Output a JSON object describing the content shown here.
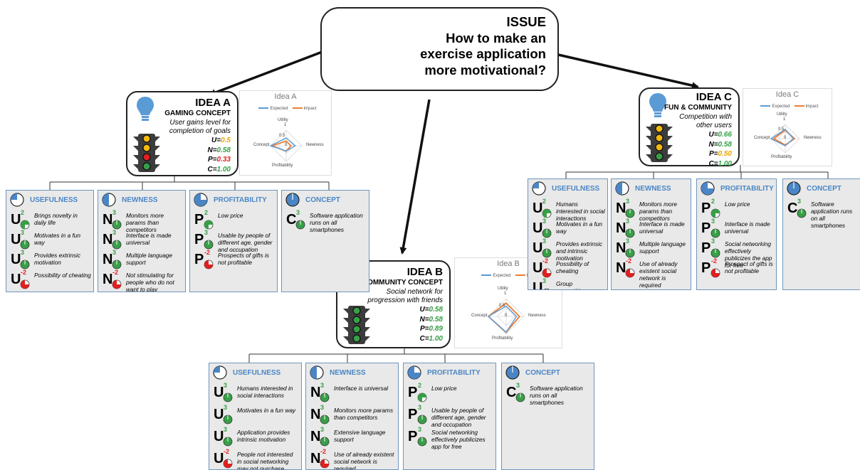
{
  "issue": {
    "label": "ISSUE",
    "lines": [
      "How to make an",
      "exercise application",
      "more motivational?"
    ]
  },
  "ideas": {
    "a": {
      "title": "IDEA A",
      "subtitle": "GAMING CONCEPT",
      "desc": [
        "User gains level for",
        "completion of goals"
      ],
      "scores": [
        {
          "k": "U=",
          "v": "0.5",
          "c": "#e6a700"
        },
        {
          "k": "N=",
          "v": "0.58",
          "c": "#37a046"
        },
        {
          "k": "P=",
          "v": "0.33",
          "c": "#e02020"
        },
        {
          "k": "C=",
          "v": "1.00",
          "c": "#37a046"
        }
      ],
      "lights": [
        "#f2b90f",
        "#f2b90f",
        "#e02020",
        "#37a046"
      ]
    },
    "b": {
      "title": "IDEA B",
      "subtitle": "COMMUNITY CONCEPT",
      "desc": [
        "Social network for",
        "progression with friends"
      ],
      "scores": [
        {
          "k": "U=",
          "v": "0.58",
          "c": "#37a046"
        },
        {
          "k": "N=",
          "v": "0.58",
          "c": "#37a046"
        },
        {
          "k": "P=",
          "v": "0.89",
          "c": "#37a046"
        },
        {
          "k": "C=",
          "v": "1.00",
          "c": "#37a046"
        }
      ],
      "lights": [
        "#37a046",
        "#37a046",
        "#37a046",
        "#37a046"
      ]
    },
    "c": {
      "title": "IDEA C",
      "subtitle": "FUN & COMMUNITY",
      "desc": [
        "Competition with",
        "other users"
      ],
      "scores": [
        {
          "k": "U=",
          "v": "0.66",
          "c": "#37a046"
        },
        {
          "k": "N=",
          "v": "0.58",
          "c": "#37a046"
        },
        {
          "k": "P=",
          "v": "0.50",
          "c": "#e6a700"
        },
        {
          "k": "C=",
          "v": "1.00",
          "c": "#37a046"
        }
      ],
      "lights": [
        "#f2b90f",
        "#f2b90f",
        "#f2b90f",
        "#37a046"
      ]
    }
  },
  "charts": {
    "a": {
      "title": "Idea A",
      "legend": [
        "Expected",
        "Impact"
      ],
      "axes": [
        "Utility",
        "Newness",
        "Profitability",
        "Concept"
      ],
      "ticks": [
        "1",
        "0.5",
        "0"
      ],
      "expected": [
        0.5,
        0.58,
        0.33,
        1.0
      ],
      "impact": [
        0.3,
        0.3,
        0.35,
        0.9
      ]
    },
    "b": {
      "title": "Idea B",
      "legend": [
        "Expected",
        "Impact"
      ],
      "axes": [
        "Utility",
        "Newness",
        "Profitability",
        "Concept"
      ],
      "ticks": [
        "1",
        "0.5",
        "0"
      ],
      "expected": [
        0.58,
        0.58,
        0.89,
        1.0
      ],
      "impact": [
        0.75,
        0.75,
        0.9,
        1.0
      ]
    },
    "c": {
      "title": "Idea C",
      "legend": [
        "Expected",
        "Impact"
      ],
      "axes": [
        "Utility",
        "Newness",
        "Profitability",
        "Concept"
      ],
      "ticks": [
        "1",
        "0.5",
        "0"
      ],
      "expected": [
        0.66,
        0.58,
        0.5,
        1.0
      ],
      "impact": [
        0.6,
        0.65,
        0.45,
        0.8
      ]
    }
  },
  "criteria_titles": [
    "USEFULNESS",
    "NEWNESS",
    "PROFITABILITY",
    "CONCEPT"
  ],
  "criteria": {
    "a": [
      [
        {
          "l": "U",
          "s": "2",
          "t": "Brings novelty in daily life"
        },
        {
          "l": "U",
          "s": "3",
          "t": "Motivates in a fun way"
        },
        {
          "l": "U",
          "s": "3",
          "t": "Provides extrinsic motivation"
        },
        {
          "l": "U",
          "s": "-2",
          "t": "Possibility of cheating"
        }
      ],
      [
        {
          "l": "N",
          "s": "3",
          "t": "Monitors more params than competitors"
        },
        {
          "l": "N",
          "s": "3",
          "t": "Interface is made universal"
        },
        {
          "l": "N",
          "s": "3",
          "t": "Multiple language support"
        },
        {
          "l": "N",
          "s": "-2",
          "t": "Not stimulating for people who do not want to play"
        }
      ],
      [
        {
          "l": "P",
          "s": "2",
          "t": "Low price"
        },
        {
          "l": "P",
          "s": "3",
          "t": "Usable by people of different age, gender and occupation"
        },
        {
          "l": "P",
          "s": "-2",
          "t": "Prospects of gifts is not profitable"
        }
      ],
      [
        {
          "l": "C",
          "s": "3",
          "t": "Software application runs on all smartphones"
        }
      ]
    ],
    "b": [
      [
        {
          "l": "U",
          "s": "3",
          "t": "Humans interested in social interactions"
        },
        {
          "l": "U",
          "s": "3",
          "t": "Motivates in a fun way"
        },
        {
          "l": "U",
          "s": "3",
          "t": "Application provides intrinsic motivation"
        },
        {
          "l": "U",
          "s": "-2",
          "t": "People not interested in social networking may not purchase"
        }
      ],
      [
        {
          "l": "N",
          "s": "3",
          "t": "Interface is universal"
        },
        {
          "l": "N",
          "s": "3",
          "t": "Monitors more params than competitors"
        },
        {
          "l": "N",
          "s": "3",
          "t": "Extensive language support"
        },
        {
          "l": "N",
          "s": "-2",
          "t": "Use of already existent social network is required"
        }
      ],
      [
        {
          "l": "P",
          "s": "2",
          "t": "Low price"
        },
        {
          "l": "P",
          "s": "3",
          "t": "Usable by people of different age, gender and occupation"
        },
        {
          "l": "P",
          "s": "3",
          "t": "Social networking effectively publicizes app for free"
        }
      ],
      [
        {
          "l": "C",
          "s": "3",
          "t": "Software application runs on all smartphones"
        }
      ]
    ],
    "c": [
      [
        {
          "l": "U",
          "s": "2",
          "t": "Humans interested in social interactions"
        },
        {
          "l": "U",
          "s": "3",
          "t": "Motivates in a fun way"
        },
        {
          "l": "U",
          "s": "3",
          "t": "Provides extrinsic and intrinsic motivation"
        },
        {
          "l": "U",
          "s": "-2",
          "t": "Possibility of cheating"
        },
        {
          "l": "U",
          "s": "3",
          "t": "Group competitions enhance the motivation greatly"
        }
      ],
      [
        {
          "l": "N",
          "s": "3",
          "t": "Monitors more params than competitors"
        },
        {
          "l": "N",
          "s": "3",
          "t": "Interface is made universal"
        },
        {
          "l": "N",
          "s": "3",
          "t": "Multiple language support"
        },
        {
          "l": "N",
          "s": "-2",
          "t": "Use of already existent social network is required"
        }
      ],
      [
        {
          "l": "P",
          "s": "2",
          "t": "Low price"
        },
        {
          "l": "P",
          "s": "3",
          "t": "Interface is made universal"
        },
        {
          "l": "P",
          "s": "3",
          "t": "Social networking effectively publicizes the app for free"
        },
        {
          "l": "P",
          "s": "-2",
          "t": "Prospect of gifts is not profitable"
        }
      ],
      [
        {
          "l": "C",
          "s": "3",
          "t": "Software application runs on all smartphones"
        }
      ]
    ]
  }
}
